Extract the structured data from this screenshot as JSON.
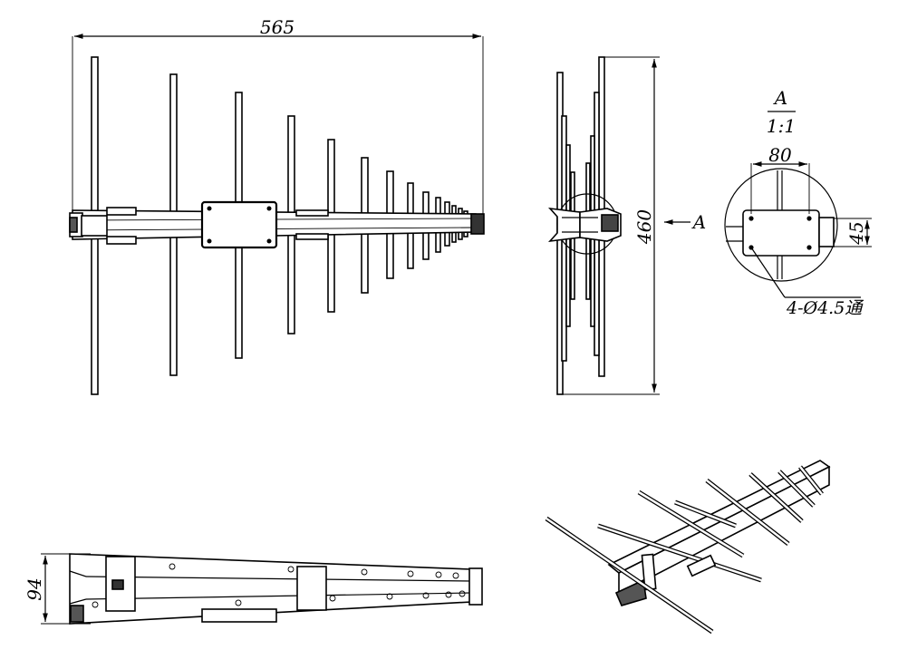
{
  "front_view": {
    "width_dim": "565"
  },
  "side_view": {
    "height_dim": "460",
    "view_label": "A"
  },
  "detail_view": {
    "title": "A",
    "scale": "1:1",
    "width_dim": "80",
    "height_dim": "45",
    "hole_note": "4-Ø4.5通"
  },
  "bottom_view": {
    "height_dim": "94"
  },
  "colors": {
    "line": "#000000",
    "background": "#ffffff"
  }
}
